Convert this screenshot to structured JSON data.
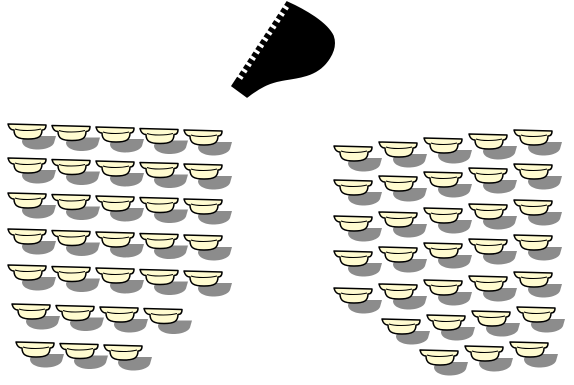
{
  "scene": {
    "background": "#ffffff",
    "piano": {
      "icon": "grand-piano-icon",
      "body_color": "#000000",
      "key_color": "#ffffff"
    },
    "chair": {
      "icon": "chair-icon",
      "seat_color": "#fffbd0",
      "outline_color": "#000000",
      "shadow_color": "#8c8c8c"
    },
    "seating_sections": [
      {
        "name": "left",
        "rows": [
          5,
          5,
          5,
          5,
          5,
          4,
          3
        ]
      },
      {
        "name": "right",
        "rows": [
          5,
          5,
          5,
          5,
          5,
          4,
          3
        ]
      }
    ]
  }
}
